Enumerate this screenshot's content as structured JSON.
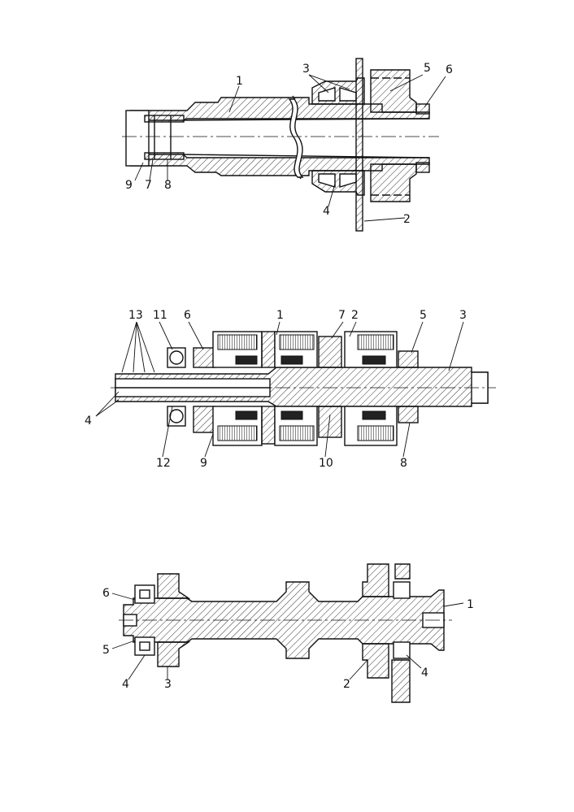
{
  "figures": [
    {
      "id": "upper-shaft-assembly",
      "labels": [
        "1",
        "3",
        "5",
        "6",
        "9",
        "7",
        "8",
        "4",
        "2"
      ]
    },
    {
      "id": "middle-clutch-shaft-assembly",
      "labels": [
        "13",
        "11",
        "6",
        "1",
        "7",
        "2",
        "5",
        "3",
        "4",
        "12",
        "9",
        "10",
        "8"
      ]
    },
    {
      "id": "lower-gear-shaft-assembly",
      "labels": [
        "6",
        "5",
        "4",
        "3",
        "2",
        "4",
        "1"
      ]
    }
  ]
}
